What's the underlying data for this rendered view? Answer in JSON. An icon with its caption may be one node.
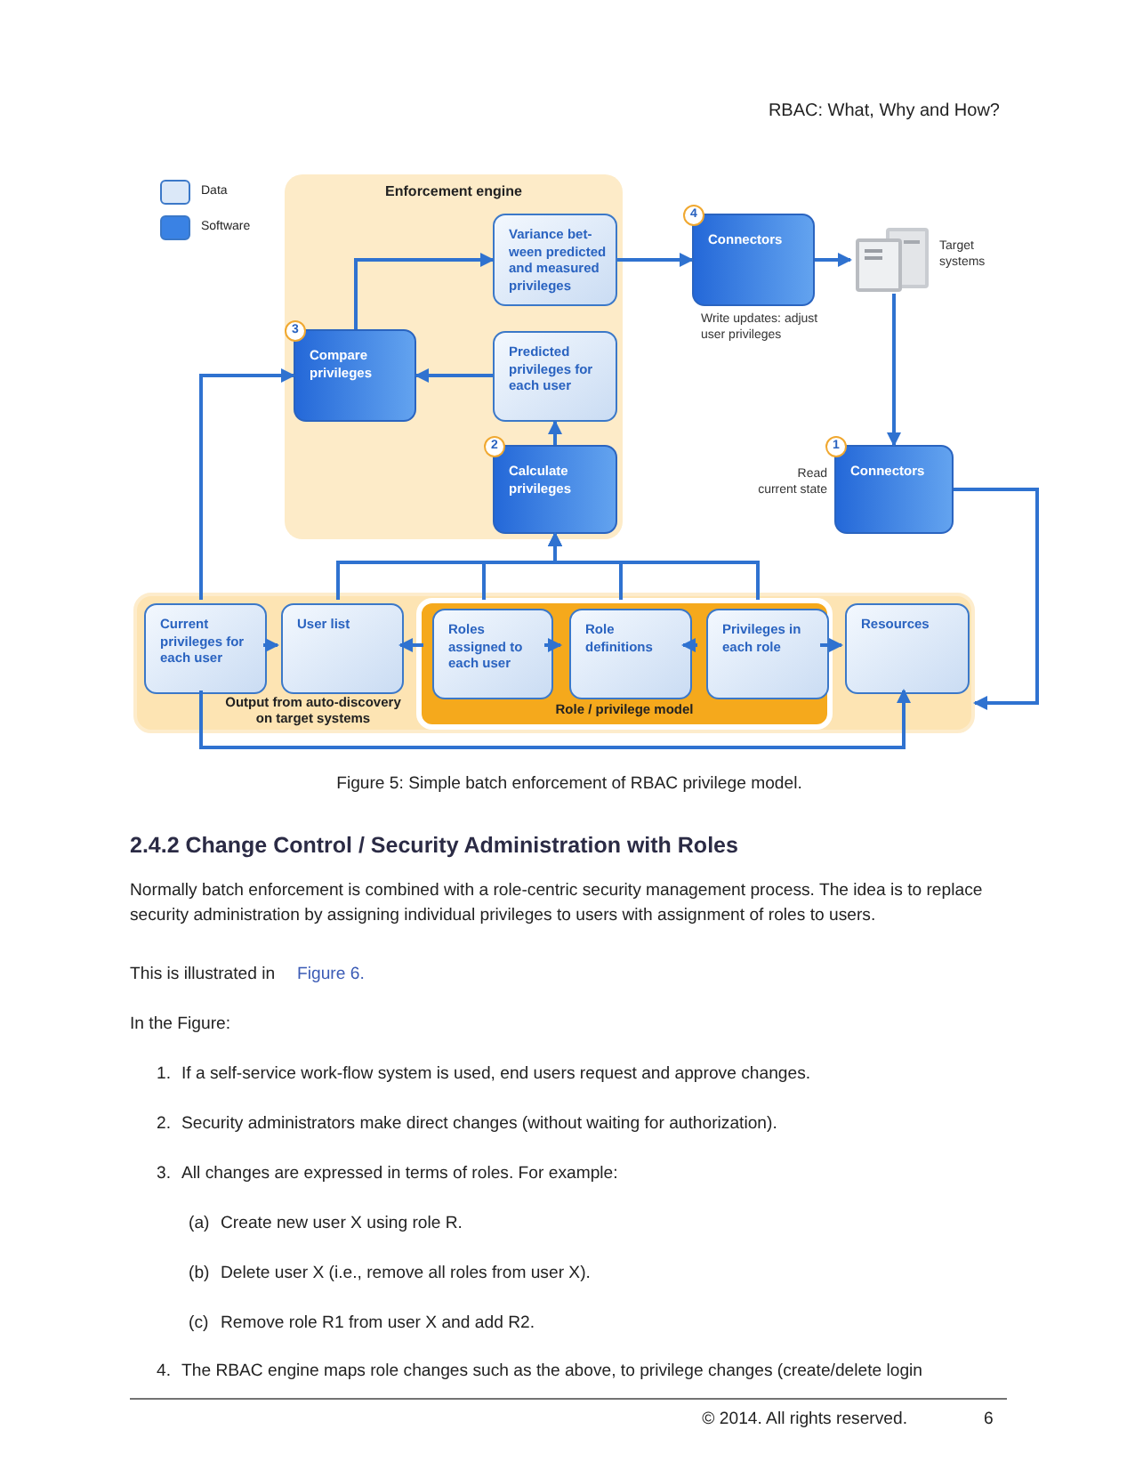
{
  "diagram": {
    "caption": "Figure 5: Simple batch enforcement of RBAC privilege model.",
    "nodes": [
      {
        "text": [
          "Enforcement engine"
        ]
      },
      {
        "text": [
          "Variance bet- ween predicted and measured privileges"
        ],
        "in": 0
      },
      {
        "text": [
          "Compare privileges"
        ],
        "in": 0,
        "beside": [
          "3"
        ]
      },
      {
        "text": [
          "Predicted privileges for each user"
        ],
        "in": 0
      },
      {
        "text": [
          "Calculate privileges"
        ],
        "in": 0,
        "beside": [
          "2"
        ]
      },
      {
        "text": [
          "Connectors"
        ],
        "beside": [
          "4",
          "Write updates: adjust user privileges"
        ]
      },
      {
        "text": [],
        "shape": "picture",
        "beside": [
          "Target systems"
        ]
      },
      {
        "text": [
          "Connectors"
        ],
        "beside": [
          "1",
          "Read current state"
        ]
      },
      {
        "text": [
          "Output from auto-discovery on target systems"
        ]
      },
      {
        "text": [
          "Current privileges for each user"
        ],
        "in": 8
      },
      {
        "text": [
          "User list"
        ],
        "in": 8
      },
      {
        "text": [
          "Role / privilege model"
        ],
        "in": 8
      },
      {
        "text": [
          "Roles assigned to each user"
        ],
        "in": 11
      },
      {
        "text": [
          "Role definitions"
        ],
        "in": 11
      },
      {
        "text": [
          "Privileges in each role"
        ],
        "in": 11
      },
      {
        "text": [
          "Resources"
        ],
        "in": 8
      }
    ],
    "edges": [
      {
        "from": 9,
        "to": 2,
        "arrow": "to"
      },
      {
        "from": 2,
        "to": 1,
        "arrow": "to"
      },
      {
        "from": 3,
        "to": 2,
        "arrow": "to"
      },
      {
        "from": 4,
        "to": 3,
        "arrow": "to"
      },
      {
        "from": 10,
        "to": 4,
        "arrow": "to"
      },
      {
        "from": 12,
        "to": 4,
        "arrow": "to"
      },
      {
        "from": 13,
        "to": 4,
        "arrow": "to"
      },
      {
        "from": 14,
        "to": 4,
        "arrow": "to"
      },
      {
        "from": 1,
        "to": 5,
        "arrow": "to"
      },
      {
        "from": 5,
        "to": 6,
        "arrow": "to"
      },
      {
        "from": 6,
        "to": 7,
        "arrow": "to"
      },
      {
        "from": 7,
        "to": 8,
        "arrow": "to"
      },
      {
        "from": 9,
        "to": 10,
        "arrow": "to"
      },
      {
        "from": 12,
        "to": 10,
        "arrow": "to"
      },
      {
        "from": 12,
        "to": 13,
        "arrow": "to"
      },
      {
        "from": 14,
        "to": 13,
        "arrow": "to"
      },
      {
        "from": 14,
        "to": 15,
        "arrow": "to"
      },
      {
        "from": 9,
        "to": 15,
        "arrow": "to"
      }
    ],
    "labels": [
      "RBAC: What, Why and How?",
      "2.4.2 Change Control / Security Administration with Roles",
      "Normally batch enforcement is combined with a role-centric security management process. The idea is to replace security administration by assigning individual privileges to users with assignment of roles to users.",
      "This is illustrated in",
      "Figure 6.",
      "In the Figure:",
      "1.",
      "If a self-service work-flow system is used, end users request and approve changes.",
      "2.",
      "Security administrators make direct changes (without waiting for authorization).",
      "3.",
      "All changes are expressed in terms of roles. For example:",
      "(a)",
      "Create new user X using role R.",
      "(b)",
      "Delete user X (i.e., remove all roles from user X).",
      "(c)",
      "Remove role R1 from user X and add R2.",
      "4.",
      "The RBAC engine maps role changes such as the above, to privilege changes (create/delete login",
      "© 2014. All rights reserved.",
      "6"
    ],
    "legend": [
      {
        "text": "Data",
        "color": "#dbe8f8"
      },
      {
        "text": "Software",
        "color": "#3a82e4"
      }
    ]
  }
}
